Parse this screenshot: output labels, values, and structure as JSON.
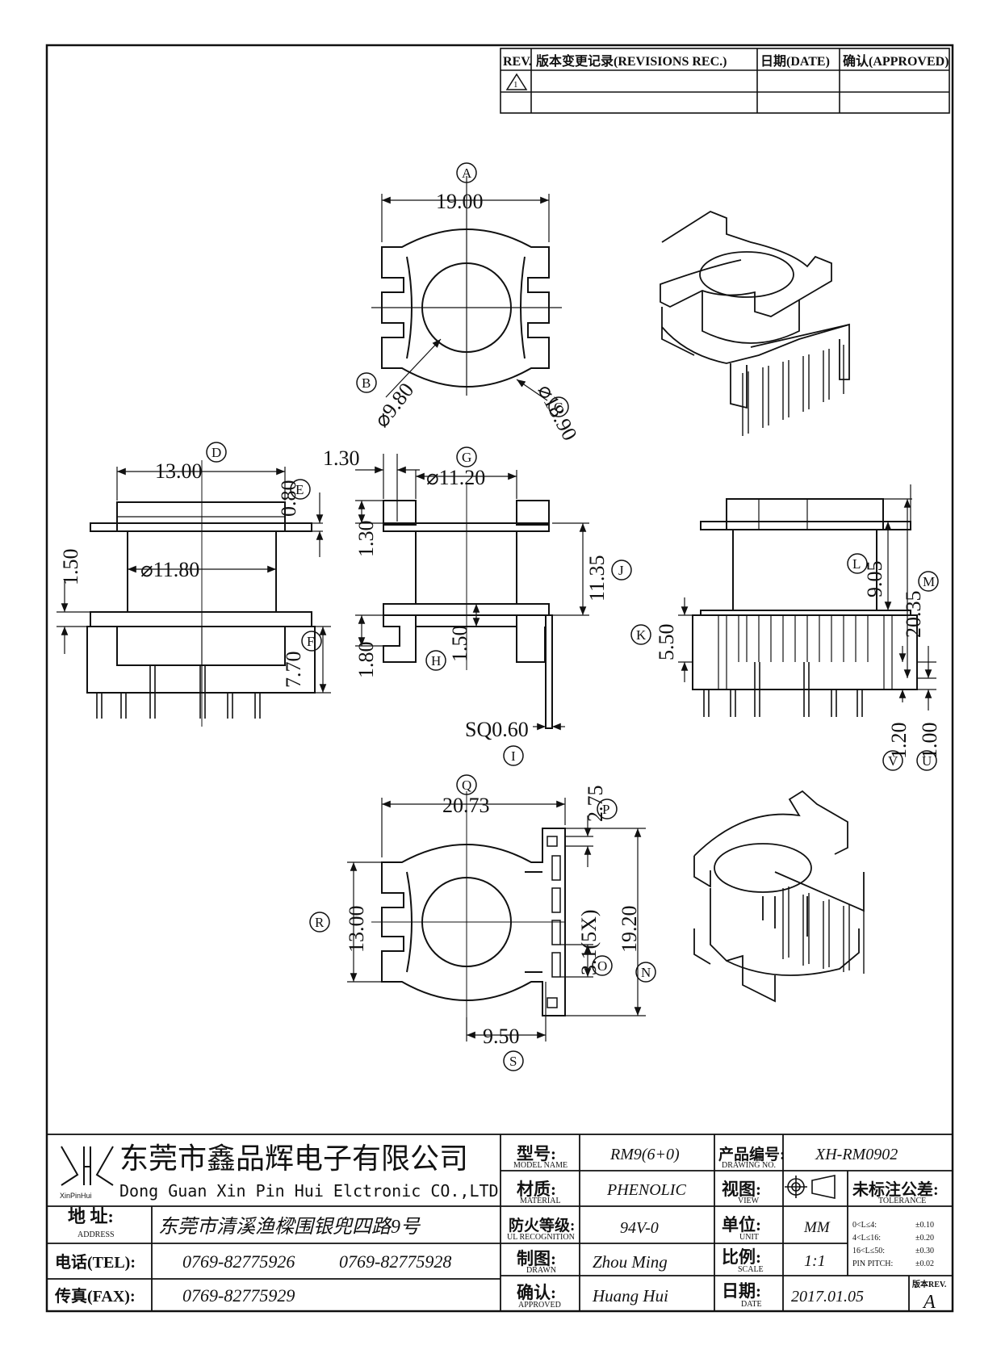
{
  "revision_table": {
    "header": [
      "REV.",
      "版本变更记录(REVISIONS REC.)",
      "日期(DATE)",
      "确认(APPROVED)"
    ],
    "rows": [
      {
        "rev": "1",
        "record": "",
        "date": "",
        "approved": ""
      },
      {
        "rev": "",
        "record": "",
        "date": "",
        "approved": ""
      }
    ]
  },
  "views": {
    "top": {
      "callouts": {
        "width": "A",
        "inner_dia": "B",
        "outer_dia": "C"
      },
      "dims": {
        "width": "19.00",
        "inner_dia": "⌀9.80",
        "outer_dia": "⌀18.90"
      }
    },
    "front_left": {
      "callouts": {
        "top_width": "D",
        "flange": "E",
        "base": "F"
      },
      "dims": {
        "top_width": "13.00",
        "flange": "0.80",
        "core_dia": "⌀11.80",
        "left": "1.50",
        "base": "7.70"
      }
    },
    "side": {
      "callouts": {
        "bore": "G",
        "lower": "H",
        "pin": "I",
        "height": "J"
      },
      "dims": {
        "top_step": "1.30",
        "bore": "⌀11.20",
        "upper": "1.30",
        "height": "11.35",
        "lower": "1.80",
        "mid": "1.50",
        "pin": "SQ0.60"
      }
    },
    "front_right": {
      "callouts": {
        "base": "K",
        "upper": "L",
        "total": "M",
        "stand": "U",
        "pin_tip": "V"
      },
      "dims": {
        "base": "5.50",
        "upper": "9.05",
        "total": "20.35",
        "pin_tip": "1.20",
        "stand": "1.00"
      }
    },
    "bottom": {
      "callouts": {
        "width": "Q",
        "slot": "P",
        "height": "R",
        "pitch": "O",
        "span": "N",
        "offset": "S"
      },
      "dims": {
        "width": "20.73",
        "slot": "2.75",
        "height": "13.00",
        "pitch": "3.1(5X)",
        "span": "19.20",
        "offset": "9.50"
      }
    }
  },
  "title_block": {
    "company_cn": "东莞市鑫品辉电子有限公司",
    "company_en": "Dong Guan Xin Pin Hui Elctronic CO.,LTD",
    "logo_text": "XinPinHui",
    "address_label": "地 址:",
    "address_label_en": "ADDRESS",
    "address": "东莞市清溪渔樑围银兜四路9号",
    "tel_label": "电话(TEL):",
    "tel1": "0769-82775926",
    "tel2": "0769-82775928",
    "fax_label": "传真(FAX):",
    "fax": "0769-82775929",
    "model_label": "型号:",
    "model_label_en": "MODEL NAME",
    "model": "RM9(6+0)",
    "material_label": "材质:",
    "material_label_en": "MATERIAL",
    "material": "PHENOLIC",
    "flame_label": "防火等级:",
    "flame_label_en": "UL RECOGNITION",
    "flame": "94V-0",
    "drawn_label": "制图:",
    "drawn_label_en": "DRAWN",
    "drawn": "Zhou Ming",
    "approved_label": "确认:",
    "approved_label_en": "APPROVED",
    "approved": "Huang Hui",
    "drawing_no_label": "产品编号:",
    "drawing_no_label_en": "DRAWING NO.",
    "drawing_no": "XH-RM0902",
    "view_label": "视图:",
    "view_label_en": "VIEW",
    "unit_label": "单位:",
    "unit_label_en": "UNIT",
    "unit": "MM",
    "scale_label": "比例:",
    "scale_label_en": "SCALE",
    "scale": "1:1",
    "date_label": "日期:",
    "date_label_en": "DATE",
    "date": "2017.01.05",
    "tolerance_label": "未标注公差:",
    "tolerance_label_en": "TOLERANCE",
    "tolerances": [
      {
        "range": "0<L≤4:",
        "value": "±0.10"
      },
      {
        "range": "4<L≤16:",
        "value": "±0.20"
      },
      {
        "range": "16<L≤50:",
        "value": "±0.30"
      },
      {
        "range": "PIN PITCH:",
        "value": "±0.02"
      }
    ],
    "rev_label": "版本REV.",
    "rev": "A"
  }
}
